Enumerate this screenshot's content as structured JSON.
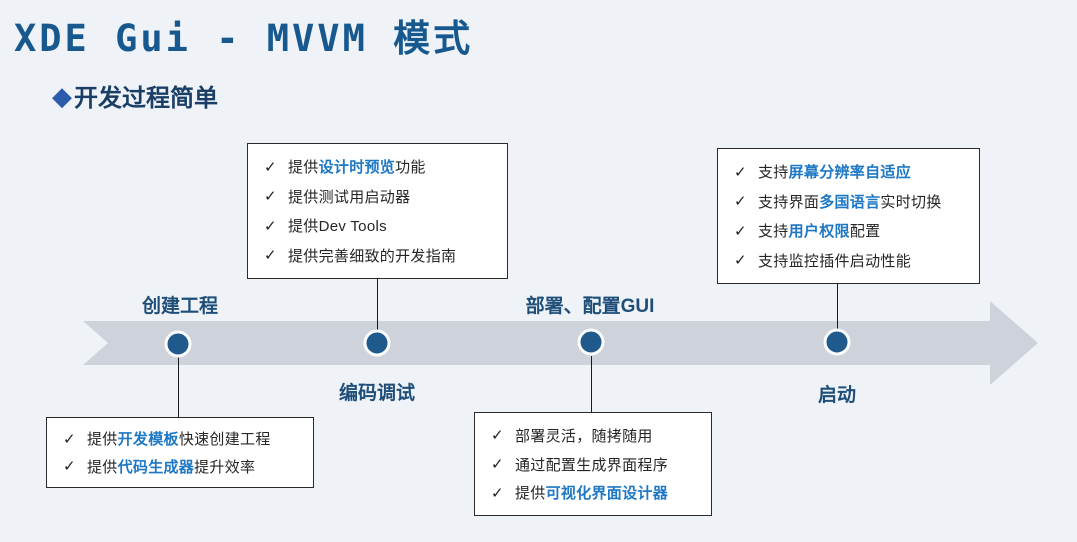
{
  "page": {
    "title": "XDE Gui - MVVM 模式",
    "bullet_icon": "◆",
    "subtitle": "开发过程简单"
  },
  "colors": {
    "background": "#eff3f8",
    "title_blue": "#17598f",
    "stage_label_blue": "#1f4e79",
    "highlight_blue": "#1e78c4",
    "band_gray": "#ced2da",
    "dot_blue": "#20598c",
    "box_background": "#ffffff",
    "box_border": "#2b2b2b",
    "body_text": "#262626"
  },
  "icons": {
    "check": "✓",
    "diamond": "◆"
  },
  "timeline": {
    "stages": [
      {
        "label": "创建工程",
        "label_position": "above"
      },
      {
        "label": "编码调试",
        "label_position": "below"
      },
      {
        "label": "部署、配置GUI",
        "label_position": "above"
      },
      {
        "label": "启动",
        "label_position": "below"
      }
    ]
  },
  "callouts": [
    {
      "id": "create-project",
      "position": "bottom-left",
      "items": [
        {
          "segments": [
            {
              "text": "提供"
            },
            {
              "text": "开发模板",
              "highlight": true
            },
            {
              "text": "快速创建工程"
            }
          ]
        },
        {
          "segments": [
            {
              "text": "提供"
            },
            {
              "text": "代码生成器",
              "highlight": true
            },
            {
              "text": "提升效率"
            }
          ]
        }
      ]
    },
    {
      "id": "coding-debug",
      "position": "top-middle",
      "items": [
        {
          "segments": [
            {
              "text": "提供"
            },
            {
              "text": "设计时预览",
              "highlight": true
            },
            {
              "text": "功能"
            }
          ]
        },
        {
          "segments": [
            {
              "text": "提供测试用启动器"
            }
          ]
        },
        {
          "segments": [
            {
              "text": "提供Dev Tools"
            }
          ]
        },
        {
          "segments": [
            {
              "text": "提供完善细致的开发指南"
            }
          ]
        }
      ]
    },
    {
      "id": "deploy-config",
      "position": "bottom-middle",
      "items": [
        {
          "segments": [
            {
              "text": "部署灵活，随拷随用"
            }
          ]
        },
        {
          "segments": [
            {
              "text": "通过配置生成界面程序"
            }
          ]
        },
        {
          "segments": [
            {
              "text": "提供"
            },
            {
              "text": "可视化界面设计器",
              "highlight": true
            }
          ]
        }
      ]
    },
    {
      "id": "launch",
      "position": "top-right",
      "items": [
        {
          "segments": [
            {
              "text": "支持"
            },
            {
              "text": "屏幕分辨率自适应",
              "highlight": true
            }
          ]
        },
        {
          "segments": [
            {
              "text": "支持界面"
            },
            {
              "text": "多国语言",
              "highlight": true
            },
            {
              "text": "实时切换"
            }
          ]
        },
        {
          "segments": [
            {
              "text": "支持"
            },
            {
              "text": "用户权限",
              "highlight": true
            },
            {
              "text": "配置"
            }
          ]
        },
        {
          "segments": [
            {
              "text": "支持监控插件启动性能"
            }
          ]
        }
      ]
    }
  ]
}
